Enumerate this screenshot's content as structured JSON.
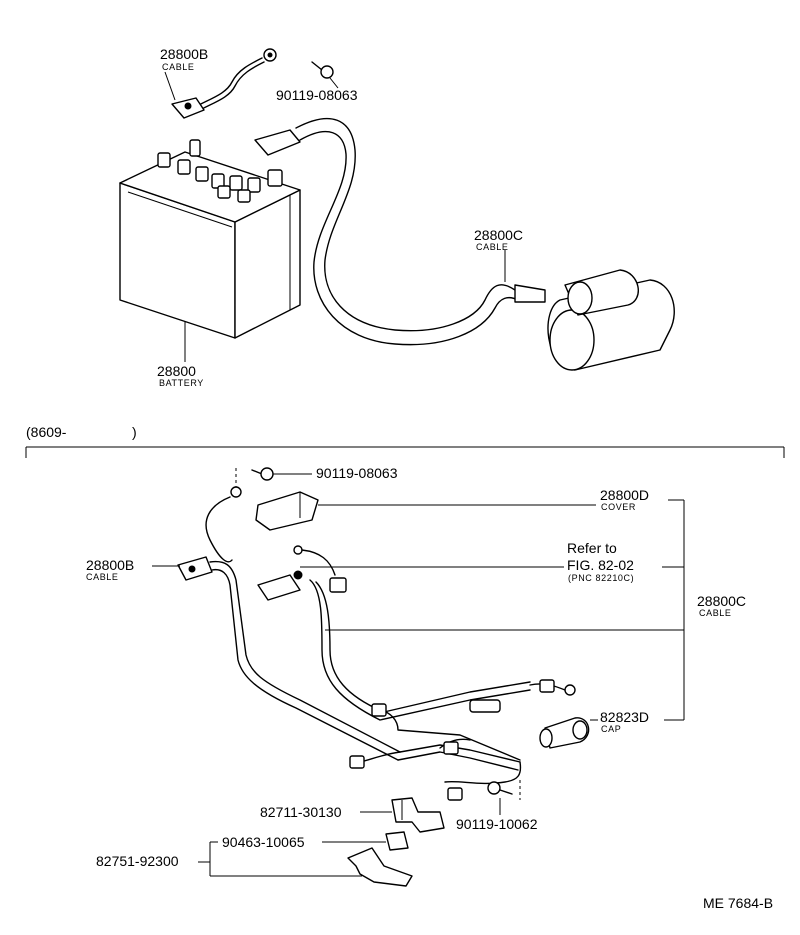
{
  "parts": {
    "cable_b_top": {
      "number": "28800B",
      "desc": "CABLE"
    },
    "bolt_top": {
      "number": "90119-08063"
    },
    "cable_c_top": {
      "number": "28800C",
      "desc": "CABLE"
    },
    "battery": {
      "number": "28800",
      "desc": "BATTERY"
    },
    "bolt_bottom": {
      "number": "90119-08063"
    },
    "cover": {
      "number": "28800D",
      "desc": "COVER"
    },
    "cable_b_bottom": {
      "number": "28800B",
      "desc": "CABLE"
    },
    "cable_c_bottom": {
      "number": "28800C",
      "desc": "CABLE"
    },
    "cap": {
      "number": "82823D",
      "desc": "CAP"
    },
    "clamp": {
      "number": "82711-30130"
    },
    "bolt_small": {
      "number": "90119-10062"
    },
    "bracket_bolt": {
      "number": "90463-10065"
    },
    "bracket": {
      "number": "82751-92300"
    }
  },
  "reference": {
    "line1": "Refer to",
    "line2": "FIG. 82-02",
    "line3": "(PNC 82210C)"
  },
  "section": {
    "label": "(8609-",
    "close": ")"
  },
  "drawing_id": "ME 7684-B"
}
